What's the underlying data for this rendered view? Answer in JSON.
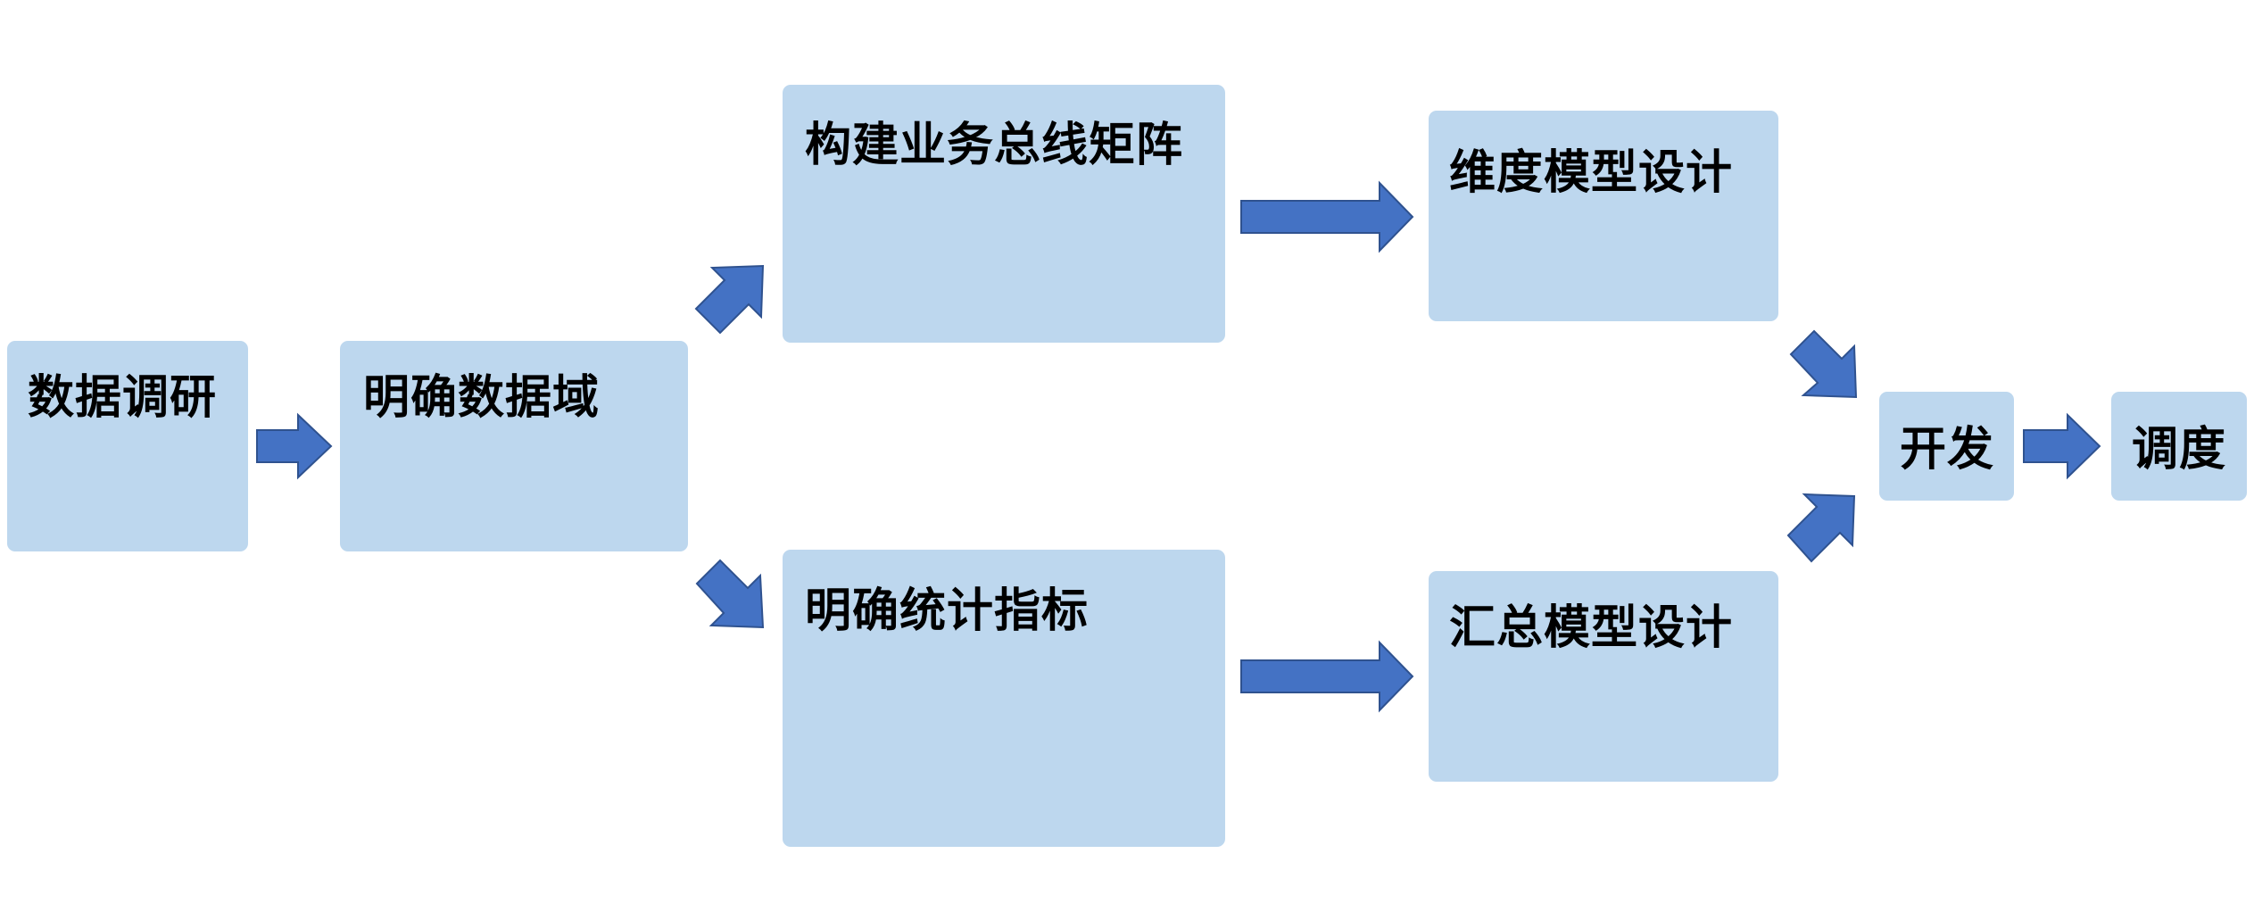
{
  "diagram": {
    "nodes": {
      "survey": "数据调研",
      "domain": "明确数据域",
      "bus_matrix": "构建业务总线矩阵",
      "metrics": "明确统计指标",
      "dimension_model": "维度模型设计",
      "summary_model": "汇总模型设计",
      "develop": "开发",
      "schedule": "调度"
    }
  }
}
